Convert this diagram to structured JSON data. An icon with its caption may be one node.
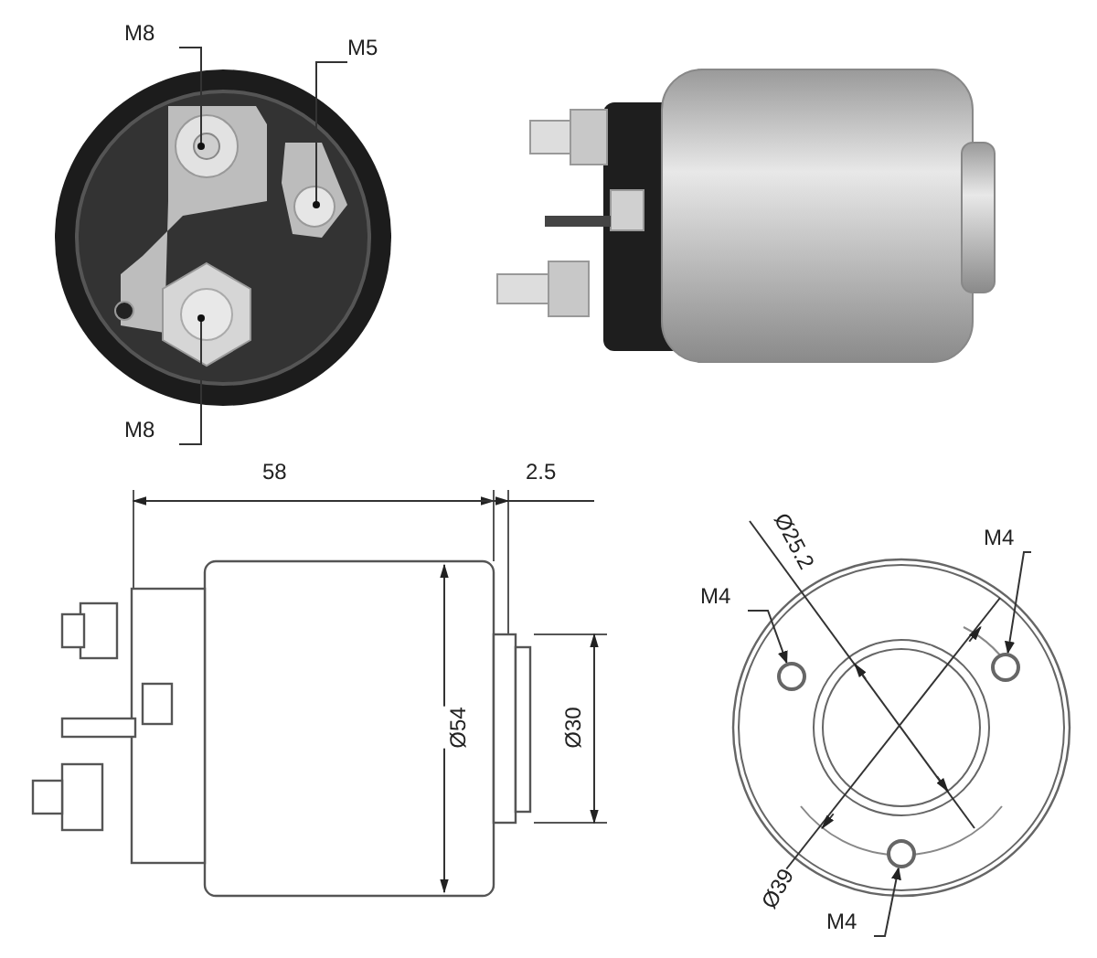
{
  "diagram": {
    "nodes": [
      {
        "text": [
          "M8"
        ]
      },
      {
        "text": [
          "M5"
        ]
      },
      {
        "text": [
          "M8"
        ]
      },
      {
        "text": [
          "M4"
        ]
      },
      {
        "text": [
          "M4"
        ]
      },
      {
        "text": [
          "M4"
        ]
      },
      {
        "text": [],
        "shape": "circle"
      },
      {
        "text": [],
        "shape": "circle"
      },
      {
        "text": [],
        "shape": "circle"
      }
    ],
    "edges": [
      {
        "from": 0,
        "to": null,
        "arrow": "other"
      },
      {
        "from": 1,
        "to": null,
        "arrow": "other"
      },
      {
        "from": 2,
        "to": null,
        "arrow": "other"
      },
      {
        "from": 3,
        "to": 6,
        "arrow": "to"
      },
      {
        "from": 4,
        "to": 7,
        "arrow": "to"
      },
      {
        "from": 5,
        "to": 8,
        "arrow": "to"
      }
    ],
    "labels": [
      "58",
      "2.5",
      "Ø54",
      "Ø30",
      "Ø25.2",
      "Ø39"
    ]
  }
}
